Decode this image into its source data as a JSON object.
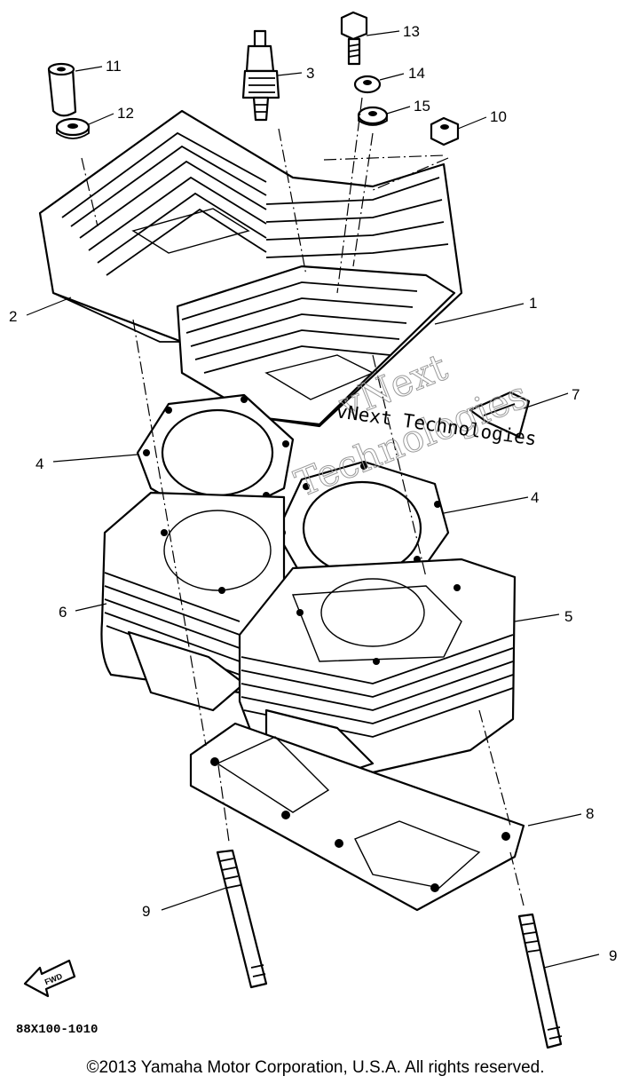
{
  "diagram": {
    "callouts": [
      "1",
      "2",
      "3",
      "4",
      "4",
      "5",
      "6",
      "7",
      "8",
      "9",
      "9",
      "10",
      "11",
      "12",
      "13",
      "14",
      "15"
    ],
    "fwd_label": "FWD",
    "code": "88X100-1010",
    "copyright": "©2013 Yamaha Motor Corporation, U.S.A. All rights reserved.",
    "watermark": {
      "large_line1": "vNext",
      "large_line2": "Technologies",
      "small": "vNext Technologies"
    }
  }
}
